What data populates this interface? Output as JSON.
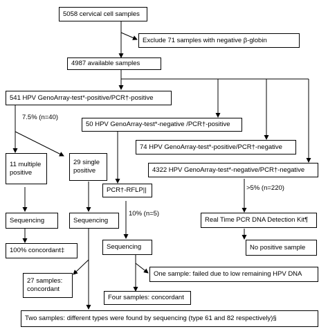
{
  "boxes": {
    "b1": "5058 cervical cell samples",
    "b2": "Exclude 71 samples with negative β-globin",
    "b3": "4987 available samples",
    "b4": "541 HPV GenoArray-test*-positive/PCR†-positive",
    "b5": "50 HPV GenoArray-test*-negative /PCR†-positive",
    "b6": "74 HPV GenoArray-test*-positive/PCR†-negative",
    "b7": "4322 HPV GenoArray-test*-negative/PCR†-negative",
    "b8": "11 multiple positive",
    "b9": "29 single positive",
    "b10": "PCR†-RFLP||",
    "b11": "Sequencing",
    "b12": "Sequencing",
    "b13": "Sequencing",
    "b14": "Real Time PCR DNA Detection Kit¶",
    "b15": "100% concordant‡",
    "b16": "No positive sample",
    "b17": "27 samples: concordant",
    "b18": "One sample: failed due to low remaining HPV DNA",
    "b19": "Four samples: concordant",
    "b20": "Two samples: different types were found by sequencing (type 61 and 82 respectively)§"
  },
  "labels": {
    "l1": "7.5% (n=40)",
    "l2": ">5% (n=220)",
    "l3": "10% (n=5)"
  }
}
